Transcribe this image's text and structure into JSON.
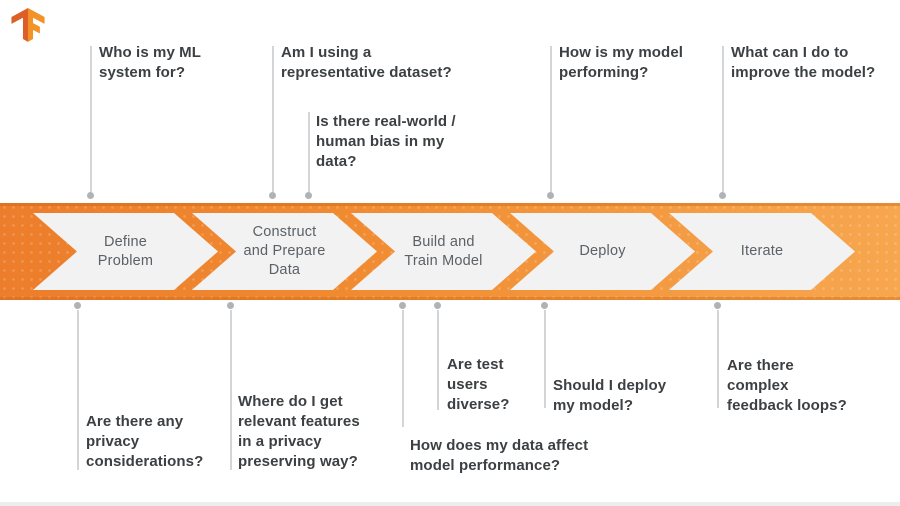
{
  "diagram": {
    "logo": {
      "name": "TensorFlow"
    },
    "stages": [
      {
        "label": "Define\nProblem"
      },
      {
        "label": "Construct\nand Prepare\nData"
      },
      {
        "label": "Build and\nTrain Model"
      },
      {
        "label": "Deploy"
      },
      {
        "label": "Iterate"
      }
    ],
    "top_questions": [
      {
        "text": "Who is my ML\nsystem for?"
      },
      {
        "text": "Am I using a\nrepresentative dataset?"
      },
      {
        "text": "Is there real-world /\nhuman bias in my\ndata?"
      },
      {
        "text": "How is my model\nperforming?"
      },
      {
        "text": "What can I do to\nimprove the model?"
      }
    ],
    "bottom_questions": [
      {
        "text": "Are there any\nprivacy\nconsiderations?"
      },
      {
        "text": "Where do I get\nrelevant features\nin a privacy\npreserving way?"
      },
      {
        "text": "How does my data affect\nmodel performance?"
      },
      {
        "text": "Are test\nusers\ndiverse?"
      },
      {
        "text": "Should I deploy\nmy model?"
      },
      {
        "text": "Are there\ncomplex\nfeedback loops?"
      }
    ],
    "colors": {
      "band_left": "#EC7D2C",
      "band_right": "#F7A74F",
      "arrow_fill": "#F2F2F3",
      "stage_text": "#5B6165",
      "question_text": "#3C4043",
      "connector_line": "#D4D5D6",
      "connector_dot": "#AFB3B6",
      "logo_dark": "#DD5F28",
      "logo_light": "#F29327"
    }
  }
}
